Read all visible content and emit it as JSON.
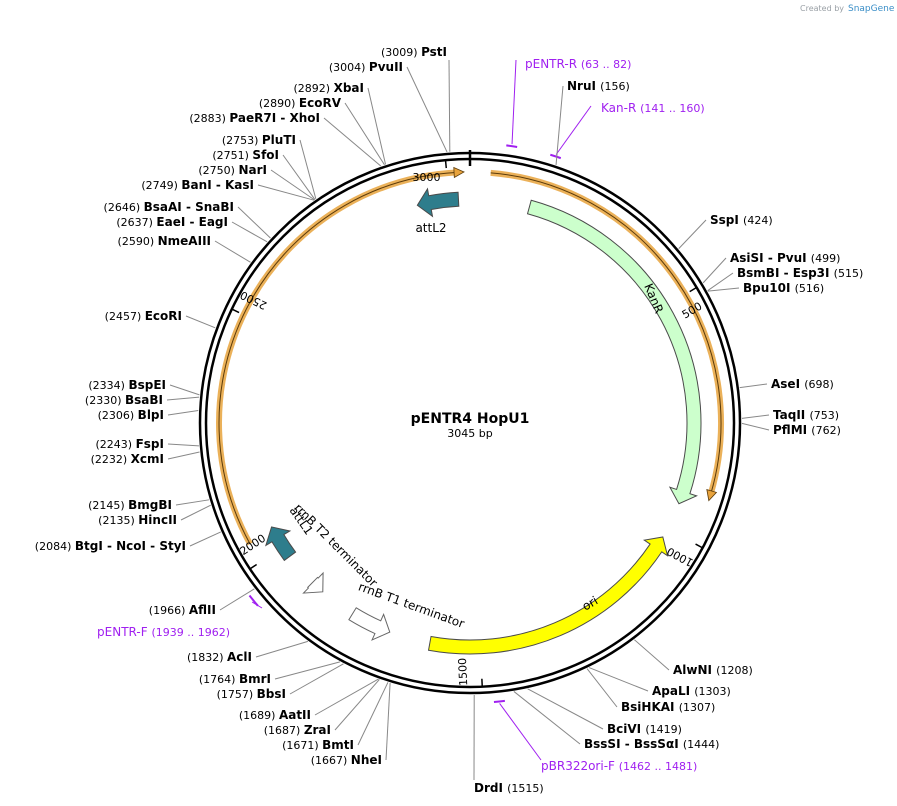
{
  "watermark": {
    "created_by": "Created by",
    "brand": "SnapGene"
  },
  "plasmid": {
    "name": "pENTR4 HopU1",
    "length_label": "3045 bp",
    "length": 3045
  },
  "ruler": {
    "labels": [
      "3000",
      "500",
      "1000",
      "1500",
      "2000",
      "2500"
    ],
    "positions": [
      3000,
      500,
      1000,
      1500,
      2000,
      2500
    ]
  },
  "enzymes": [
    {
      "id": "psti",
      "name": "PstI",
      "pos_label": "(3009)",
      "pos": 3009
    },
    {
      "id": "pvuii",
      "name": "PvuII",
      "pos_label": "(3004)",
      "pos": 3004
    },
    {
      "id": "xbai",
      "name": "XbaI",
      "pos_label": "(2892)",
      "pos": 2892
    },
    {
      "id": "ecorv",
      "name": "EcoRV",
      "pos_label": "(2890)",
      "pos": 2890
    },
    {
      "id": "paer7i",
      "name": "PaeR7I  - XhoI",
      "pos_label": "(2883)",
      "pos": 2883
    },
    {
      "id": "pluti",
      "name": "PluTI",
      "pos_label": "(2753)",
      "pos": 2753
    },
    {
      "id": "sfoi",
      "name": "SfoI",
      "pos_label": "(2751)",
      "pos": 2751
    },
    {
      "id": "nari",
      "name": "NarI",
      "pos_label": "(2750)",
      "pos": 2750
    },
    {
      "id": "bani",
      "name": "BanI  - KasI",
      "pos_label": "(2749)",
      "pos": 2749
    },
    {
      "id": "bsaai",
      "name": "BsaAI  - SnaBI",
      "pos_label": "(2646)",
      "pos": 2646
    },
    {
      "id": "eaei",
      "name": "EaeI  - EagI",
      "pos_label": "(2637)",
      "pos": 2637
    },
    {
      "id": "nmeaiii",
      "name": "NmeAIII",
      "pos_label": "(2590)",
      "pos": 2590
    },
    {
      "id": "ecori",
      "name": "EcoRI",
      "pos_label": "(2457)",
      "pos": 2457
    },
    {
      "id": "bspei",
      "name": "BspEI",
      "pos_label": "(2334)",
      "pos": 2334
    },
    {
      "id": "bsabi",
      "name": "BsaBI",
      "pos_label": "(2330)",
      "pos": 2330
    },
    {
      "id": "blpi",
      "name": "BlpI",
      "pos_label": "(2306)",
      "pos": 2306
    },
    {
      "id": "fspi",
      "name": "FspI",
      "pos_label": "(2243)",
      "pos": 2243
    },
    {
      "id": "xcmi",
      "name": "XcmI",
      "pos_label": "(2232)",
      "pos": 2232
    },
    {
      "id": "bmgbi",
      "name": "BmgBI",
      "pos_label": "(2145)",
      "pos": 2145
    },
    {
      "id": "hincii",
      "name": "HincII",
      "pos_label": "(2135)",
      "pos": 2135
    },
    {
      "id": "btgi",
      "name": "BtgI  - NcoI  - StyI",
      "pos_label": "(2084)",
      "pos": 2084
    },
    {
      "id": "aflii",
      "name": "AflII",
      "pos_label": "(1966)",
      "pos": 1966
    },
    {
      "id": "acli",
      "name": "AclI",
      "pos_label": "(1832)",
      "pos": 1832
    },
    {
      "id": "bmri",
      "name": "BmrI",
      "pos_label": "(1764)",
      "pos": 1764
    },
    {
      "id": "bbsi",
      "name": "BbsI",
      "pos_label": "(1757)",
      "pos": 1757
    },
    {
      "id": "aatii",
      "name": "AatII",
      "pos_label": "(1689)",
      "pos": 1689
    },
    {
      "id": "zrai",
      "name": "ZraI",
      "pos_label": "(1687)",
      "pos": 1687
    },
    {
      "id": "bmti",
      "name": "BmtI",
      "pos_label": "(1671)",
      "pos": 1671
    },
    {
      "id": "nhei",
      "name": "NheI",
      "pos_label": "(1667)",
      "pos": 1667
    },
    {
      "id": "drdi",
      "name": "DrdI",
      "pos_label": "(1515)",
      "pos": 1515
    },
    {
      "id": "bssi",
      "name": "BssSI  - BssSαI",
      "pos_label": "(1444)",
      "pos": 1444
    },
    {
      "id": "bcivi",
      "name": "BciVI",
      "pos_label": "(1419)",
      "pos": 1419
    },
    {
      "id": "bsihkai",
      "name": "BsiHKAI",
      "pos_label": "(1307)",
      "pos": 1307
    },
    {
      "id": "apali",
      "name": "ApaLI",
      "pos_label": "(1303)",
      "pos": 1303
    },
    {
      "id": "alwni",
      "name": "AlwNI",
      "pos_label": "(1208)",
      "pos": 1208
    },
    {
      "id": "pflmi",
      "name": "PflMI",
      "pos_label": "(762)",
      "pos": 762
    },
    {
      "id": "taqii",
      "name": "TaqII",
      "pos_label": "(753)",
      "pos": 753
    },
    {
      "id": "asei",
      "name": "AseI",
      "pos_label": "(698)",
      "pos": 698
    },
    {
      "id": "bpu10i",
      "name": "Bpu10I",
      "pos_label": "(516)",
      "pos": 516
    },
    {
      "id": "bsmbi",
      "name": "BsmBI  - Esp3I",
      "pos_label": "(515)",
      "pos": 515
    },
    {
      "id": "asisi",
      "name": "AsiSI  - PvuI",
      "pos_label": "(499)",
      "pos": 499
    },
    {
      "id": "sspi",
      "name": "SspI",
      "pos_label": "(424)",
      "pos": 424
    },
    {
      "id": "nrui",
      "name": "NruI",
      "pos_label": "(156)",
      "pos": 156
    }
  ],
  "primers": [
    {
      "id": "pentr-r",
      "name": "pENTR-R",
      "range_label": "(63 .. 82)",
      "start": 63,
      "end": 82
    },
    {
      "id": "kan-r",
      "name": "Kan-R",
      "range_label": "(141 .. 160)",
      "start": 141,
      "end": 160
    },
    {
      "id": "pbr322ori-f",
      "name": "pBR322ori-F",
      "range_label": "(1462 .. 1481)",
      "start": 1462,
      "end": 1481
    },
    {
      "id": "pentr-f",
      "name": "pENTR-F",
      "range_label": "(1939 .. 1962)",
      "start": 1939,
      "end": 1962
    }
  ],
  "features": [
    {
      "id": "kanr",
      "name": "KanR",
      "start": 130,
      "end": 940,
      "direction": "forward",
      "color": "#ccffcc"
    },
    {
      "id": "ori",
      "name": "ori",
      "start": 1020,
      "end": 1610,
      "direction": "reverse",
      "color": "#ffff00"
    },
    {
      "id": "rrnb-t1",
      "name": "rrnB T1 terminator",
      "start": 1700,
      "end": 1790,
      "direction": "reverse",
      "color": "#ffffff"
    },
    {
      "id": "rrnb-t2",
      "name": "rrnB T2 terminator",
      "start": 1870,
      "end": 1900,
      "direction": "reverse",
      "color": "#ffffff"
    },
    {
      "id": "attl1",
      "name": "attL1",
      "start": 1975,
      "end": 2050,
      "direction": "forward",
      "color": "#2e7d8c"
    },
    {
      "id": "attl2",
      "name": "attL2",
      "start": 2930,
      "end": 3020,
      "direction": "reverse",
      "color": "#2e7d8c"
    }
  ],
  "orf_arcs": [
    {
      "id": "orf-outer",
      "start": 40,
      "end": 900,
      "direction": "forward",
      "color": "#e8a33c"
    },
    {
      "id": "orf-inner",
      "start": 2040,
      "end": 3020,
      "direction": "forward",
      "color": "#e8a33c"
    }
  ]
}
